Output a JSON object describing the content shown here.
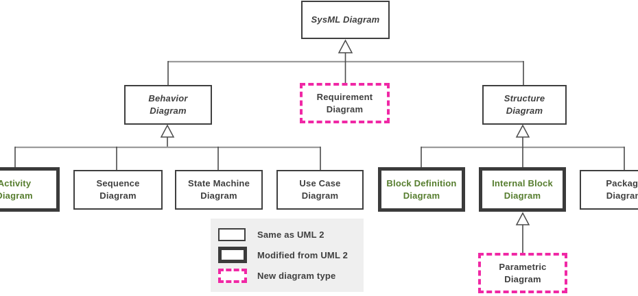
{
  "nodes": {
    "sysml": "SysML Diagram",
    "behavior": "Behavior\nDiagram",
    "requirement": "Requirement\nDiagram",
    "structure": "Structure\nDiagram",
    "activity": "Activity\nDiagram",
    "sequence": "Sequence\nDiagram",
    "state_machine": "State Machine\nDiagram",
    "use_case": "Use Case\nDiagram",
    "block_definition": "Block Definition\nDiagram",
    "internal_block": "Internal Block\nDiagram",
    "package": "Package\nDiagram",
    "parametric": "Parametric\nDiagram"
  },
  "legend": {
    "same_as_uml2": "Same as UML 2",
    "modified_from_uml2": "Modified from UML 2",
    "new_diagram_type": "New diagram type"
  },
  "colors": {
    "text_dark": "#3f3f3f",
    "text_green": "#567d2e",
    "accent_magenta": "#f028a5",
    "border_dark": "#3b3b3b",
    "legend_background": "#efefef",
    "connector_gray": "#9b9b9b",
    "connector_dark": "#4a4a4a"
  }
}
